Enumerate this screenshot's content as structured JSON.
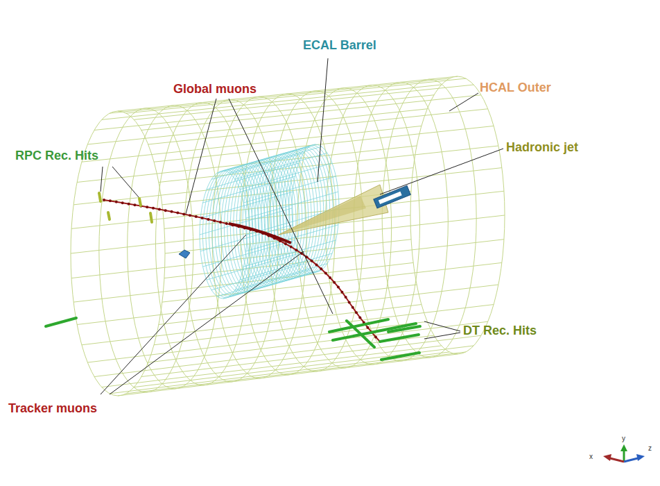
{
  "diagram": {
    "labels": [
      "ECAL Barrel",
      "Global muons",
      "HCAL Outer",
      "RPC Rec. Hits",
      "Hadronic jet",
      "DT Rec. Hits",
      "Tracker muons",
      "y",
      "x",
      "z"
    ]
  }
}
